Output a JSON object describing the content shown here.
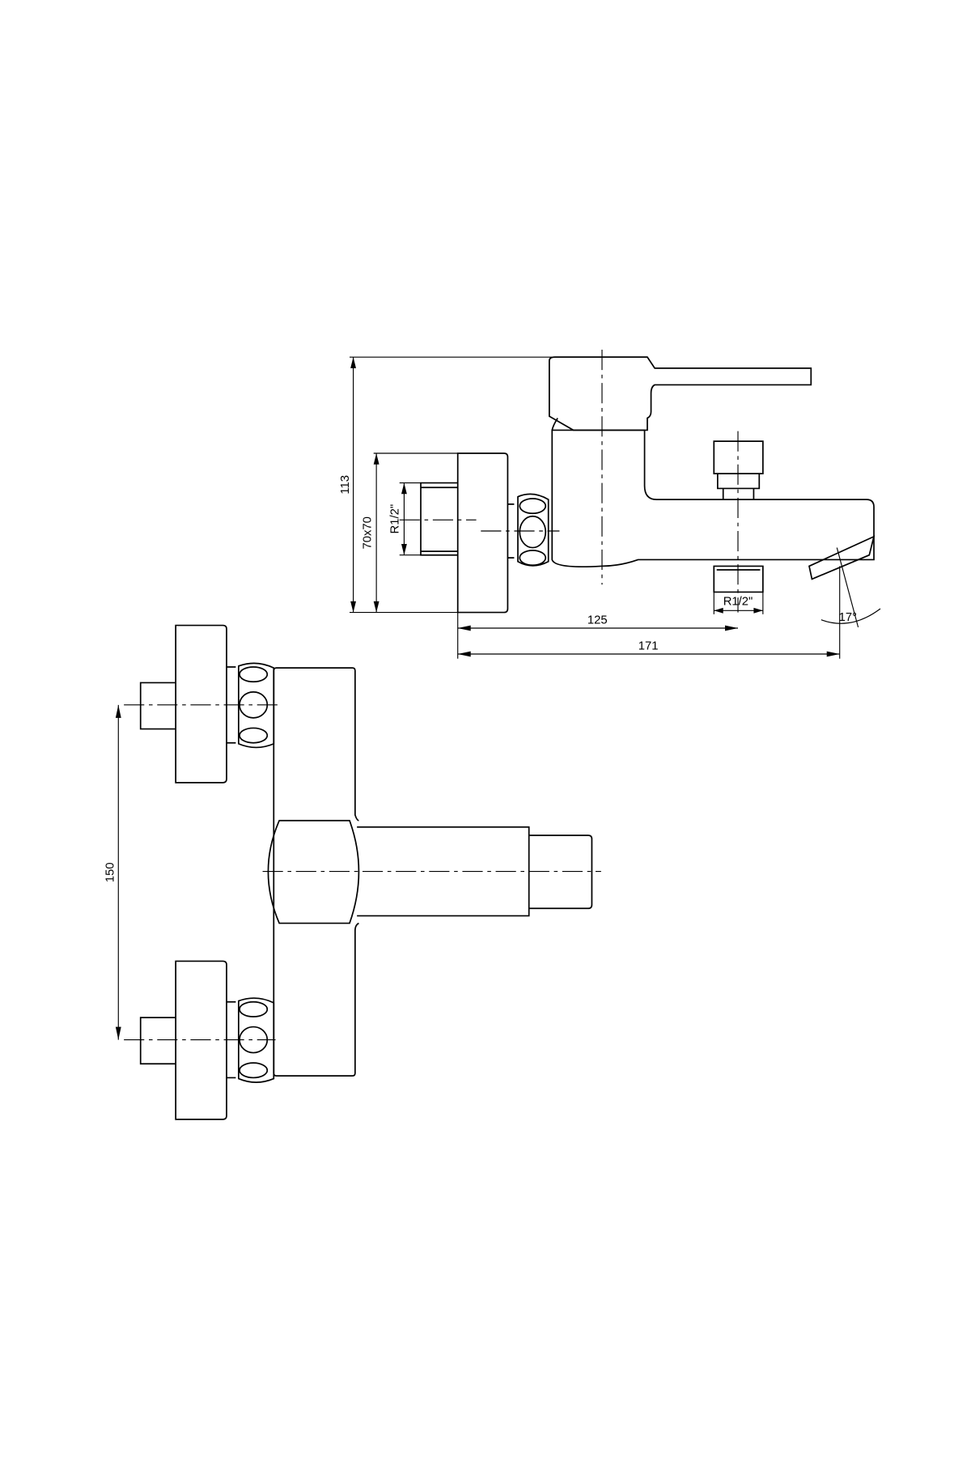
{
  "drawing": {
    "side_view": {
      "dim_height_total": "113",
      "dim_plate": "70x70",
      "dim_inlet_thread": "R1/2\"",
      "dim_outlet_thread": "R1/2\"",
      "dim_to_outlet": "125",
      "dim_to_spout": "171",
      "dim_spout_angle": "17°"
    },
    "front_view": {
      "dim_inlet_spacing": "150"
    },
    "colors": {
      "line": "#000000",
      "background": "#ffffff"
    }
  }
}
